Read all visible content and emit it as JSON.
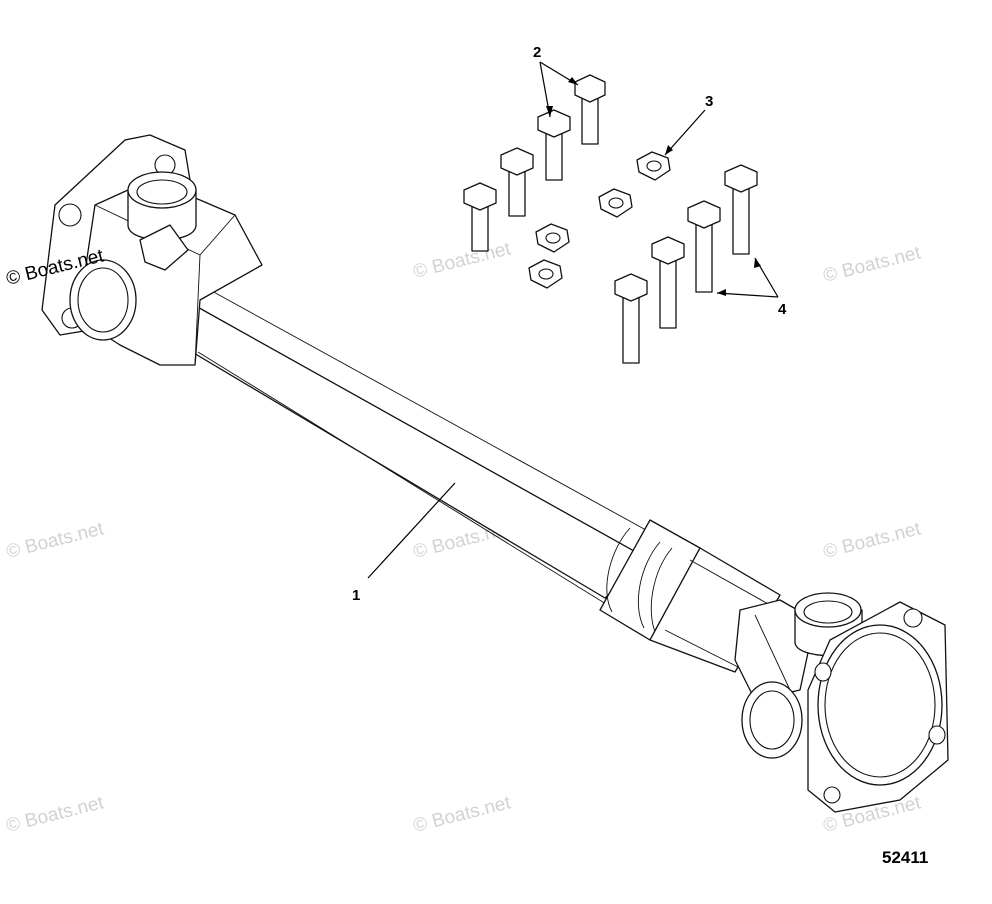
{
  "diagram": {
    "callouts": [
      {
        "id": "callout-1",
        "label": "1"
      },
      {
        "id": "callout-2",
        "label": "2"
      },
      {
        "id": "callout-3",
        "label": "3"
      },
      {
        "id": "callout-4",
        "label": "4"
      }
    ],
    "diagram_number": "52411"
  },
  "watermark": {
    "text": "© Boats.net",
    "color": "#d2d2d2"
  }
}
